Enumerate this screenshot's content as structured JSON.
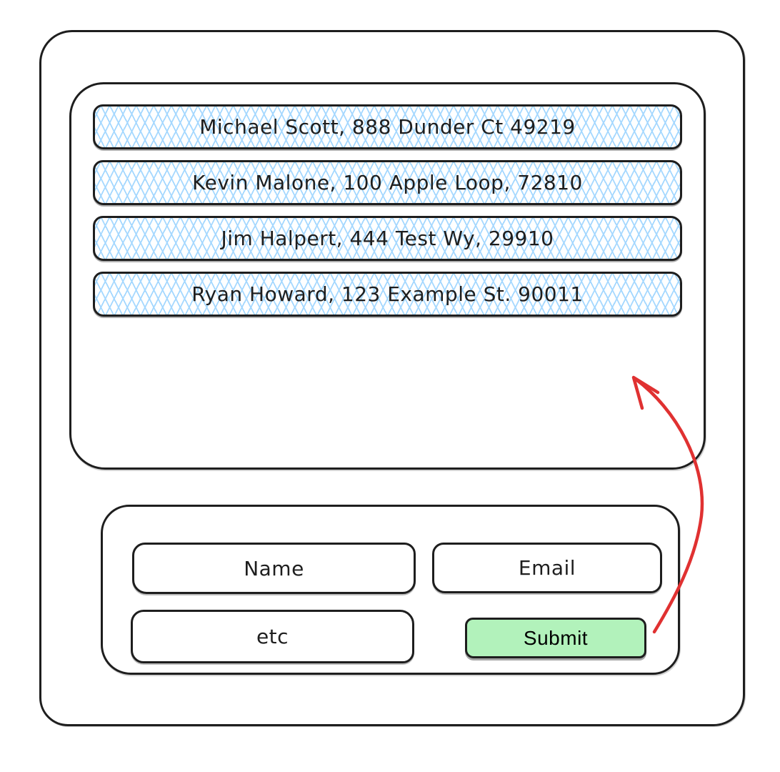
{
  "colors": {
    "ink": "#1e1e1e",
    "hatch_blue": "#a5d8ff",
    "button_green": "#b2f2bb",
    "arrow_red": "#e03131",
    "canvas_bg": "#ffffff"
  },
  "list": {
    "items": [
      "Michael Scott, 888 Dunder Ct 49219",
      "Kevin Malone, 100 Apple Loop, 72810",
      "Jim Halpert, 444 Test Wy, 29910",
      "Ryan Howard, 123 Example St. 90011"
    ]
  },
  "form": {
    "fields": [
      "Name",
      "Email",
      "etc"
    ],
    "submit_label": "Submit"
  }
}
